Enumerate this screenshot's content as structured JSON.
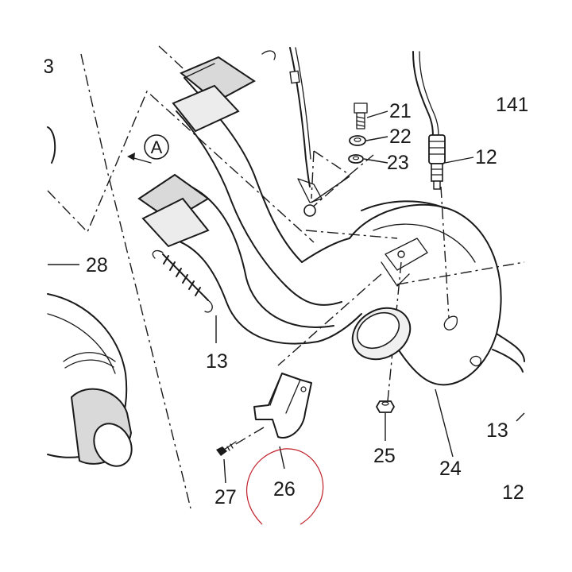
{
  "diagram": {
    "accent_circle_color": "#c0202a",
    "line_color": "#1a1a1a",
    "view_marker": "A",
    "callouts": {
      "c3": "3",
      "c28": "28",
      "c13_left": "13",
      "c21": "21",
      "c22": "22",
      "c23": "23",
      "c12_top": "12",
      "c141": "141",
      "c13_right": "13",
      "c12_bottom": "12",
      "c24": "24",
      "c25": "25",
      "c26": "26",
      "c27": "27"
    }
  }
}
